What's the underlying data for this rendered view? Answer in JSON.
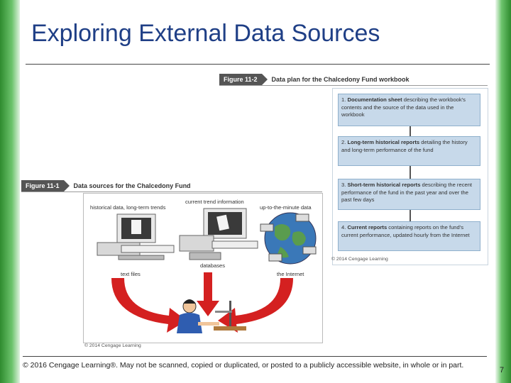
{
  "slide": {
    "title": "Exploring External Data Sources",
    "footer": "© 2016 Cengage Learning®. May not be scanned, copied or duplicated, or posted to a publicly accessible website, in whole or in part.",
    "page_number": "7"
  },
  "figure_2": {
    "label": "Figure 11-2",
    "caption": "Data plan for the Chalcedony Fund workbook",
    "items": [
      {
        "num": "1.",
        "bold": "Documentation sheet",
        "rest": " describing the workbook's contents and the source of the data used in the workbook"
      },
      {
        "num": "2.",
        "bold": "Long-term historical reports",
        "rest": " detailing the history and long-term performance of the fund"
      },
      {
        "num": "3.",
        "bold": "Short-term historical reports",
        "rest": " describing the recent performance of the fund in the past year and over the past few days"
      },
      {
        "num": "4.",
        "bold": "Current reports",
        "rest": " containing reports on the fund's current performance, updated hourly from the Internet"
      }
    ],
    "copyright": "© 2014 Cengage Learning"
  },
  "figure_1": {
    "label": "Figure 11-1",
    "caption": "Data sources for the Chalcedony Fund",
    "labels": {
      "historical": "historical data, long-term trends",
      "current_trend": "current trend information",
      "up_to_minute": "up-to-the-minute data",
      "text_files": "text files",
      "databases": "databases",
      "internet": "the Internet"
    },
    "copyright": "© 2014 Cengage Learning"
  },
  "colors": {
    "title": "#1f3f86",
    "plan_box": "#c7d9ea",
    "arrow_red": "#d42020",
    "side_green": "#2e8b2e"
  }
}
